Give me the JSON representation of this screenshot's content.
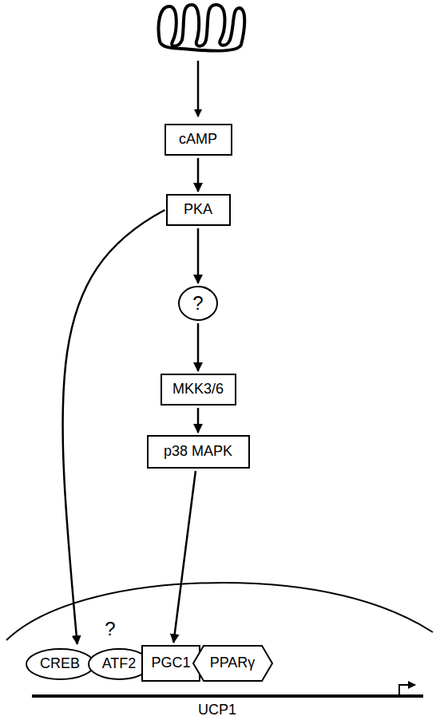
{
  "diagram": {
    "nodes": [
      {
        "text": [
          "cAMP"
        ]
      },
      {
        "text": [
          "PKA"
        ]
      },
      {
        "text": [
          "?"
        ]
      },
      {
        "text": [
          "MKK3/6"
        ]
      },
      {
        "text": [
          "p38 MAPK"
        ]
      },
      {
        "text": [
          "CREB"
        ]
      },
      {
        "text": [
          "ATF2"
        ]
      },
      {
        "text": [
          "PGC1"
        ]
      },
      {
        "text": [
          "PPARγ"
        ]
      }
    ],
    "edges": [
      {
        "from": 0,
        "to": 1,
        "arrow": "to"
      },
      {
        "from": 1,
        "to": 2,
        "arrow": "to"
      },
      {
        "from": 2,
        "to": 3,
        "arrow": "to"
      },
      {
        "from": 3,
        "to": 4,
        "arrow": "to"
      },
      {
        "from": 4,
        "to": 7,
        "arrow": "to"
      },
      {
        "from": 1,
        "to": 5,
        "arrow": "to"
      }
    ],
    "labels": [
      "?",
      "UCP1"
    ]
  }
}
